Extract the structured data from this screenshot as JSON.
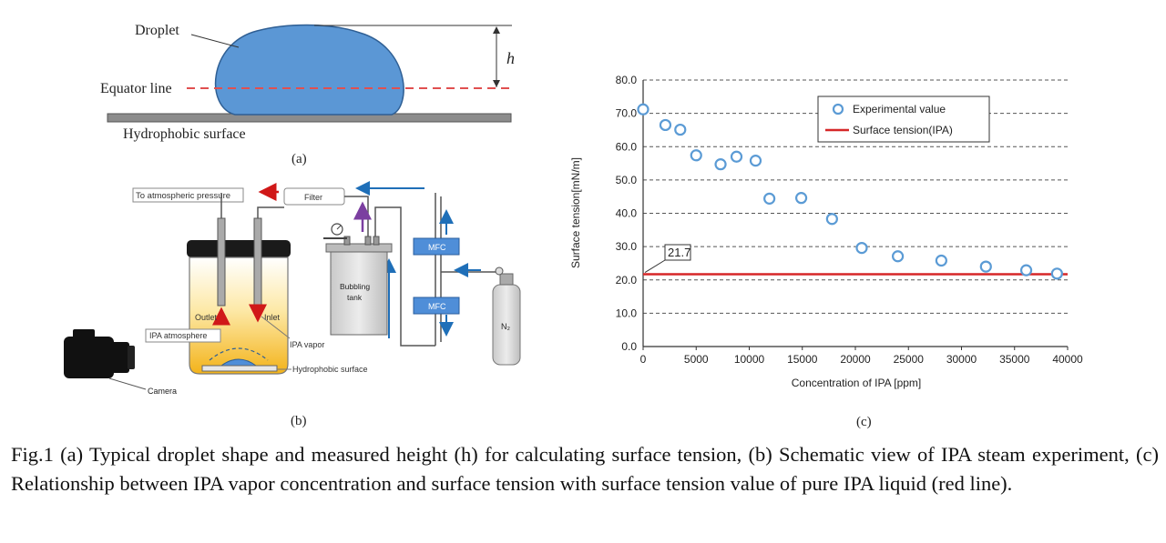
{
  "panel_a": {
    "droplet_label": "Droplet",
    "equator_label": "Equator line",
    "surface_label": "Hydrophobic surface",
    "height_symbol": "h",
    "panel_label": "(a)"
  },
  "panel_b": {
    "atm_label": "To atmospheric pressure",
    "filter_label": "Filter",
    "bubbling_label_1": "Bubbling",
    "bubbling_label_2": "tank",
    "mfc_top": "MFC",
    "mfc_bottom": "MFC",
    "n2_label": "N₂",
    "outlet_label": "Outlet",
    "inlet_label": "Inlet",
    "ipa_atm_label": "IPA atmosphere",
    "ipa_vapor_label": "IPA vapor",
    "hydrophobic_label": "Hydrophobic surface",
    "camera_label": "Camera",
    "panel_label": "(b)"
  },
  "panel_c": {
    "panel_label": "(c)",
    "annotation": "21.7",
    "colors": {
      "points": "#5b9bd5",
      "line": "#d62728"
    }
  },
  "chart_data": {
    "type": "scatter",
    "xlabel": "Concentration of IPA [ppm]",
    "ylabel": "Surface tension[mN/m]",
    "xlim": [
      0,
      40000
    ],
    "ylim": [
      0,
      80
    ],
    "x_ticks": [
      "0",
      "5000",
      "10000",
      "15000",
      "20000",
      "25000",
      "30000",
      "35000",
      "40000"
    ],
    "y_ticks": [
      "0.0",
      "10.0",
      "20.0",
      "30.0",
      "40.0",
      "50.0",
      "60.0",
      "70.0",
      "80.0"
    ],
    "grid": "horizontal dashed",
    "legend_position": "top-right",
    "series": [
      {
        "name": "Experimental value",
        "kind": "scatter",
        "points": [
          [
            0,
            71.2
          ],
          [
            2100,
            66.5
          ],
          [
            3500,
            65.1
          ],
          [
            5000,
            57.4
          ],
          [
            7300,
            54.7
          ],
          [
            8800,
            57.0
          ],
          [
            10600,
            55.8
          ],
          [
            11900,
            44.4
          ],
          [
            14900,
            44.6
          ],
          [
            17800,
            38.3
          ],
          [
            20600,
            29.6
          ],
          [
            24000,
            27.1
          ],
          [
            28100,
            25.8
          ],
          [
            32300,
            24.0
          ],
          [
            36100,
            22.9
          ],
          [
            39000,
            21.9
          ]
        ]
      },
      {
        "name": "Surface tension(IPA)",
        "kind": "hline",
        "y": 21.7
      }
    ]
  },
  "caption": "Fig.1 (a) Typical droplet shape and measured height (h) for calculating surface tension, (b) Schematic view of IPA steam experiment, (c) Relationship between IPA vapor concentration and surface tension with surface tension value of pure IPA liquid (red line)."
}
